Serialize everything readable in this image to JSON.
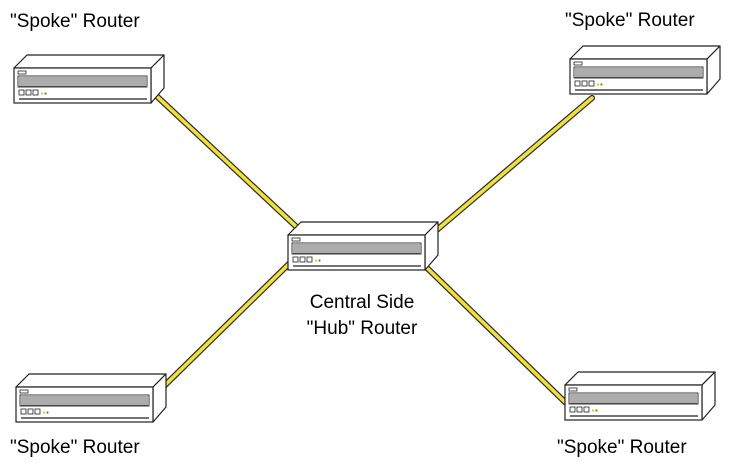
{
  "colors": {
    "link": "#f0e03a",
    "link_edge": "#2a2a2a",
    "router_body": "#ffffff",
    "router_stroke": "#222222",
    "led_yellow": "#e8c800",
    "led_green": "#30a030"
  },
  "icons": {
    "router": "router-icon"
  },
  "labels": {
    "spoke_top_left": "\"Spoke\" Router",
    "spoke_top_right": "\"Spoke\" Router",
    "spoke_bottom_left": "\"Spoke\" Router",
    "spoke_bottom_right": "\"Spoke\" Router",
    "hub_line1": "Central Side",
    "hub_line2": "\"Hub\" Router"
  }
}
